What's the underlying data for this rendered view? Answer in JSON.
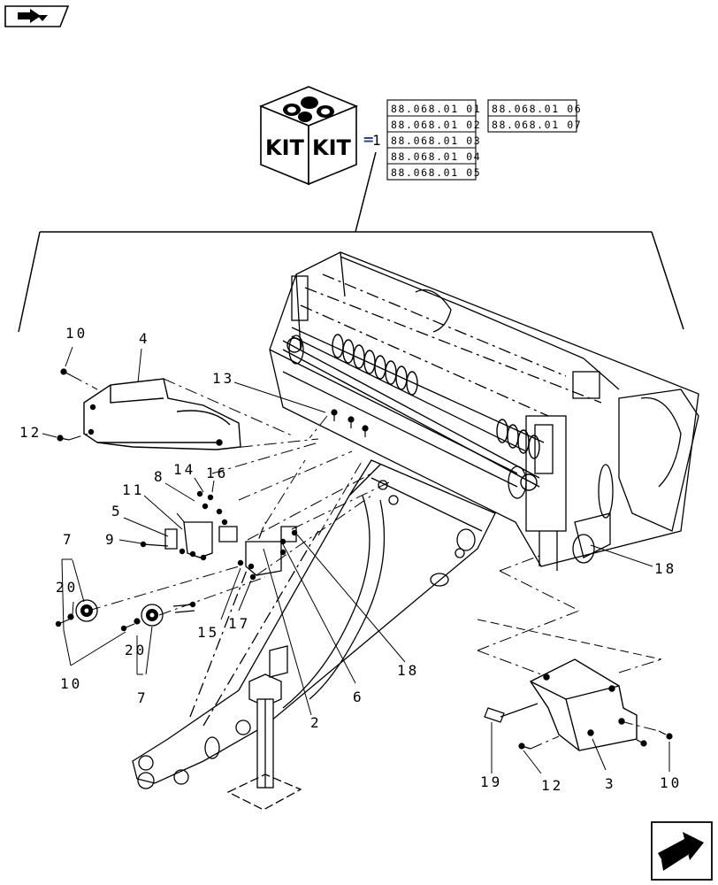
{
  "kit": {
    "word_left": "KIT",
    "word_right": "KIT",
    "equals": "=",
    "item": "1"
  },
  "references": {
    "column_1": [
      "88.068.01 01",
      "88.068.01 02",
      "88.068.01 03",
      "88.068.01 04",
      "88.068.01 05"
    ],
    "column_2": [
      "88.068.01 06",
      "88.068.01 07"
    ]
  },
  "callouts": {
    "c10_top": "10",
    "c4": "4",
    "c13": "13",
    "c12_left": "12",
    "c8": "8",
    "c14": "14",
    "c16": "16",
    "c11": "11",
    "c5": "5",
    "c9": "9",
    "c7_top": "7",
    "c20_left": "20",
    "c10_bottom": "10",
    "c20_right": "20",
    "c7_bottom": "7",
    "c15": "15",
    "c17": "17",
    "c2": "2",
    "c6": "6",
    "c18_center": "18",
    "c18_right": "18",
    "c19": "19",
    "c12_right": "12",
    "c3": "3",
    "c10_right": "10"
  },
  "colors": {
    "ink": "#000000",
    "equals_accent": "#1f3f7a",
    "paper": "#ffffff"
  },
  "icons": {
    "top_left": "page-back-arrow-icon",
    "bottom_right": "next-page-arrow-icon"
  }
}
